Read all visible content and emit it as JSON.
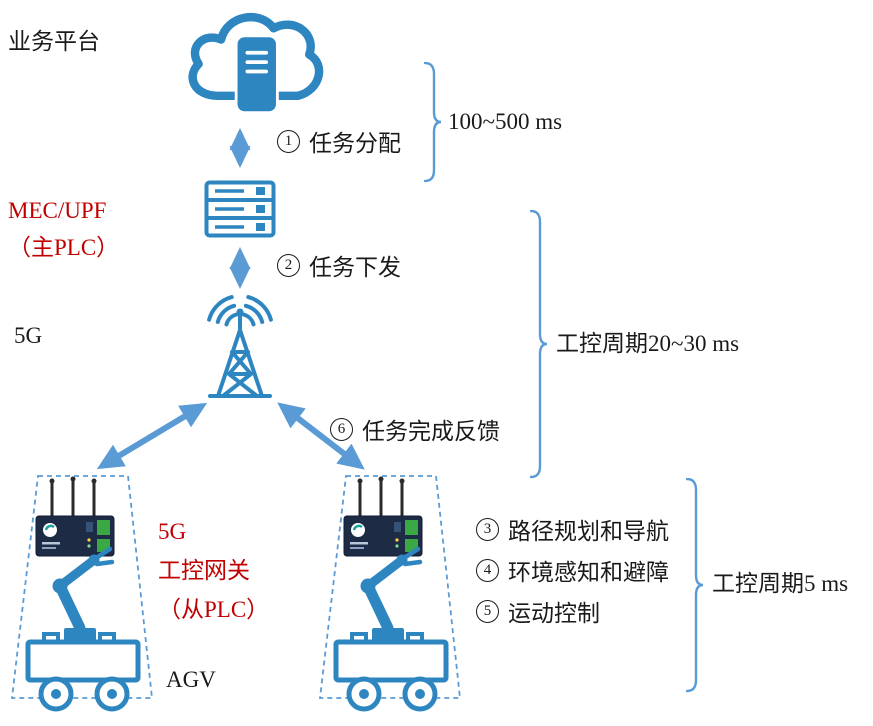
{
  "colors": {
    "icon_blue": "#2e86c1",
    "arrow_blue": "#5b9bd5",
    "red_text": "#c00000",
    "black_text": "#1a1a1a",
    "gateway_body": "#1d2b45",
    "terminal_green": "#3aa845"
  },
  "labels": {
    "business_platform": "业务平台",
    "mec_upf_line1": "MEC/UPF",
    "mec_upf_line2": "（主PLC）",
    "five_g": "5G",
    "gateway_line1": "5G",
    "gateway_line2": "工控网关",
    "gateway_line3": "（从PLC）",
    "agv": "AGV"
  },
  "steps": [
    {
      "num": "1",
      "text": "任务分配"
    },
    {
      "num": "2",
      "text": "任务下发"
    },
    {
      "num": "3",
      "text": "路径规划和导航"
    },
    {
      "num": "4",
      "text": "环境感知和避障"
    },
    {
      "num": "5",
      "text": "运动控制"
    },
    {
      "num": "6",
      "text": "任务完成反馈"
    }
  ],
  "timings": {
    "cloud_to_mec": "100~500 ms",
    "control_cycle_mid": "工控周期20~30 ms",
    "control_cycle_agv": "工控周期5 ms"
  },
  "icons": {
    "cloud-server-icon": "cloud with server (business platform)",
    "mec-server-icon": "server stack (MEC/UPF master PLC)",
    "five-g-tower-icon": "5G antenna tower with radio waves",
    "agv-unit": "5G industrial gateway + robot arm on wheeled AGV cart",
    "brace": "blue curly bracket",
    "double-arrow": "blue double-headed arrow"
  }
}
